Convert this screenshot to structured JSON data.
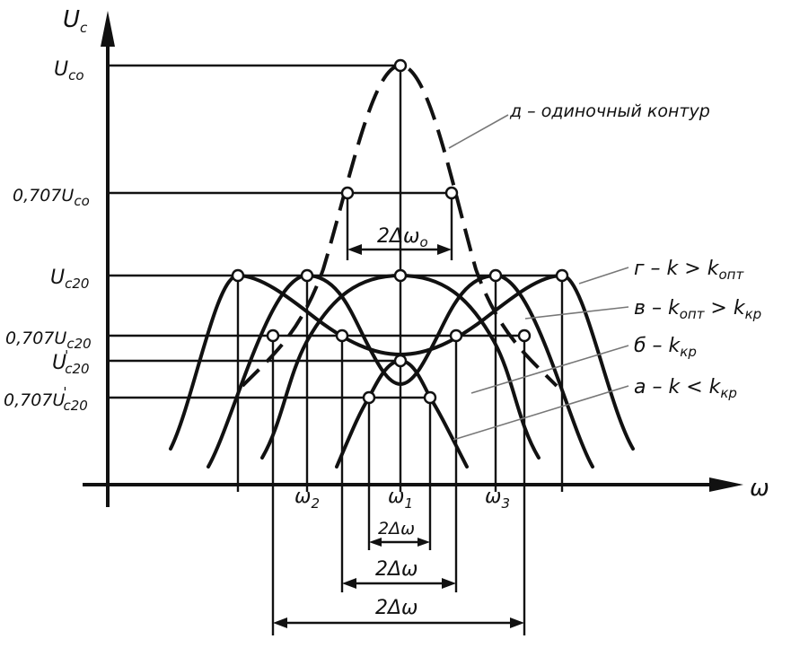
{
  "axes": {
    "y_label_main": "U",
    "y_label_sub": "c",
    "x_label": "ω"
  },
  "y_levels": {
    "uc0": {
      "prefix": "",
      "main": "U",
      "sub": "co",
      "sup": ""
    },
    "uc0_707": {
      "prefix": "0,707",
      "main": "U",
      "sub": "co",
      "sup": ""
    },
    "uc20": {
      "prefix": "",
      "main": "U",
      "sub": "c20",
      "sup": ""
    },
    "uc20_707": {
      "prefix": "0,707",
      "main": "U",
      "sub": "c20",
      "sup": ""
    },
    "uc20p": {
      "prefix": "",
      "main": "U",
      "sub": "c20",
      "sup": "'"
    },
    "uc20p_707": {
      "prefix": "0,707",
      "main": "U",
      "sub": "c20",
      "sup": "'"
    }
  },
  "x_ticks": {
    "w2": {
      "main": "ω",
      "sub": "2"
    },
    "w1": {
      "main": "ω",
      "sub": "1"
    },
    "w3": {
      "main": "ω",
      "sub": "3"
    }
  },
  "bandwidths": {
    "single": "2Δω",
    "single_sub": "o",
    "a": "2Δω",
    "b": "2Δω",
    "c": "2Δω"
  },
  "legend": {
    "d": "д – одиночный контур",
    "g_prefix": "г – k > k",
    "g_sub": "опт",
    "v_prefix": "в – k",
    "v_sub1": "опт",
    "v_mid": " > k",
    "v_sub2": "кр",
    "b_prefix": "б – k",
    "b_sub": "кр",
    "a_prefix": "а – k < k",
    "a_sub": "кр"
  }
}
